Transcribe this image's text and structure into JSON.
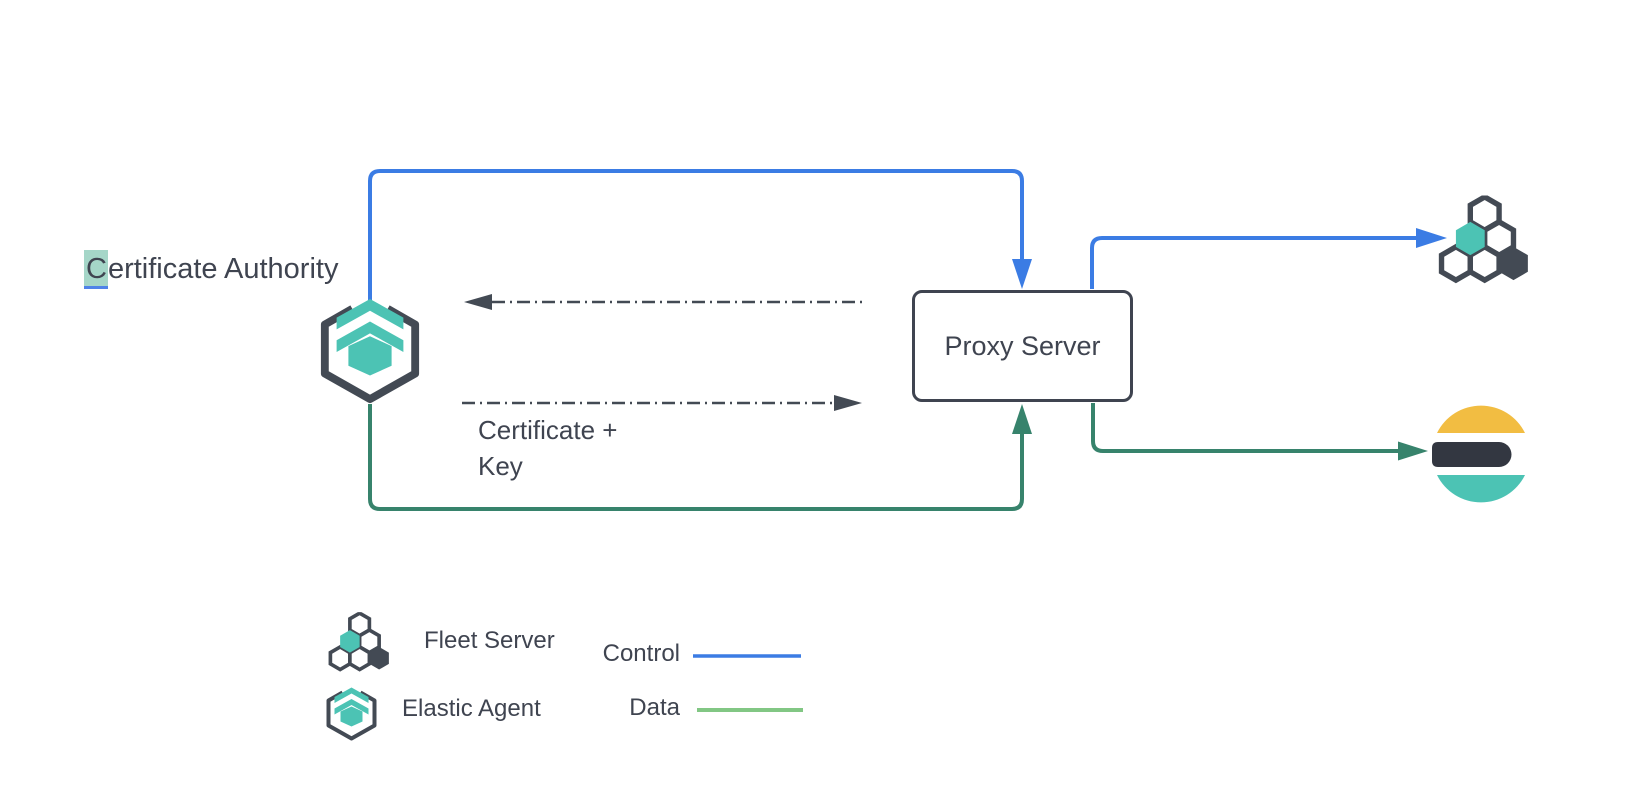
{
  "diagram": {
    "certificate_authority": {
      "full_label": "Certificate Authority",
      "selected_char": "C",
      "rest": "ertificate Authority",
      "note": "first letter shown with teal text-selection highlight and blue cursor underline"
    },
    "proxy_server_label": "Proxy Server",
    "certificate_key_label": {
      "line1": "Certificate +",
      "line2": "Key"
    },
    "nodes": [
      {
        "name": "elastic-agent",
        "icon": "elastic-agent-icon"
      },
      {
        "name": "proxy-server",
        "shape": "rounded-rectangle"
      },
      {
        "name": "fleet-server",
        "icon": "fleet-server-icon"
      },
      {
        "name": "elasticsearch",
        "icon": "elasticsearch-icon"
      }
    ],
    "edges": [
      {
        "name": "control-agent-to-proxy",
        "type": "control",
        "style": "solid",
        "color": "#3b7ce4"
      },
      {
        "name": "control-proxy-to-fleet",
        "type": "control",
        "style": "solid",
        "color": "#3b7ce4"
      },
      {
        "name": "data-agent-to-proxy",
        "type": "data",
        "style": "solid",
        "color": "#37836c"
      },
      {
        "name": "data-proxy-to-elasticsearch",
        "type": "data",
        "style": "solid",
        "color": "#37836c"
      },
      {
        "name": "cert-request-dashed",
        "style": "dash-dot",
        "direction": "left",
        "color": "#434a54"
      },
      {
        "name": "cert-response-dashed",
        "style": "dash-dot",
        "direction": "right",
        "color": "#434a54",
        "label": "Certificate + Key"
      }
    ]
  },
  "legend": {
    "fleet_server_label": "Fleet Server",
    "elastic_agent_label": "Elastic Agent",
    "control_label": "Control",
    "data_label": "Data",
    "control_line_color": "#3b7ce4",
    "data_line_color": "#82c784"
  },
  "colors": {
    "control_blue": "#3b7ce4",
    "data_green_path": "#37836c",
    "legend_data_green": "#82c784",
    "teal": "#4cc3b4",
    "icon_dark": "#434a54",
    "text": "#3f4450",
    "elasticsearch_yellow": "#f2bd42",
    "elasticsearch_dark": "#333741",
    "selection_highlight": "#a5d6c8",
    "cursor_blue": "#4f83e8",
    "background": "#ffffff"
  }
}
